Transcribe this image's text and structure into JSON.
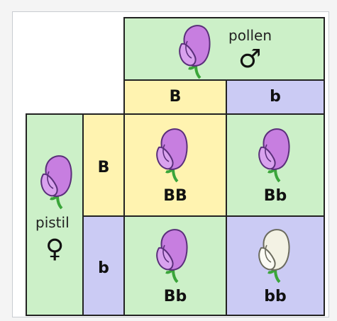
{
  "pollen": {
    "label": "pollen",
    "symbol": "♂"
  },
  "pistil": {
    "label": "pistil",
    "symbol": "♀"
  },
  "alleles": {
    "top_1": "B",
    "top_2": "b",
    "side_1": "B",
    "side_2": "b"
  },
  "grid": {
    "r1c1": "BB",
    "r1c2": "Bb",
    "r2c1": "Bb",
    "r2c2": "bb"
  },
  "colors": {
    "green": "#ccf0c8",
    "yellow": "#fff3b0",
    "blue": "#cbcbf4",
    "purple_flower": "#c77ee0",
    "white_flower": "#f3f2e4",
    "stem": "#3aa53a"
  },
  "icons": [
    "purple-flower-icon",
    "white-flower-icon",
    "male-symbol-icon",
    "female-symbol-icon"
  ]
}
